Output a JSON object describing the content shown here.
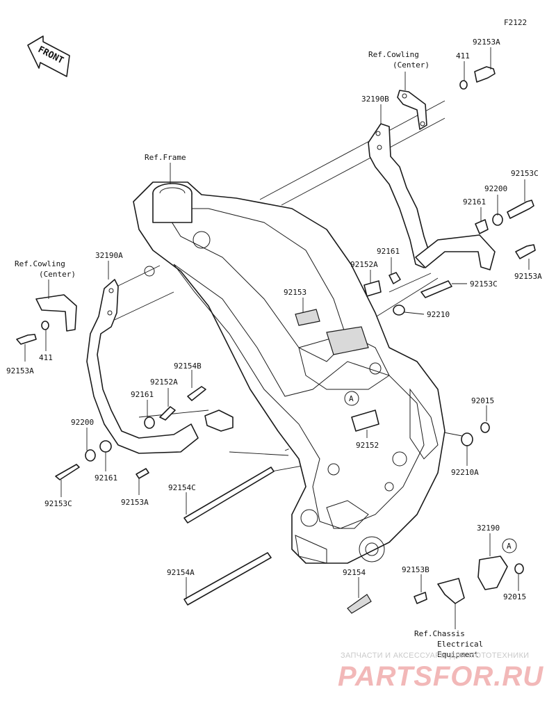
{
  "figure_code": "F2122",
  "front_label": "FRONT",
  "labels": {
    "l_92153A_top": "92153A",
    "l_411_top": "411",
    "l_ref_cowl_tr_1": "Ref.Cowling",
    "l_ref_cowl_tr_2": "(Center)",
    "l_32190B": "32190B",
    "l_ref_frame": "Ref.Frame",
    "l_92153C_r": "92153C",
    "l_92200_r": "92200",
    "l_92161_r1": "92161",
    "l_92161_r2": "92161",
    "l_92152A_r": "92152A",
    "l_92153A_r": "92153A",
    "l_92153C_r2": "92153C",
    "l_92210": "92210",
    "l_92153": "92153",
    "l_32190A": "32190A",
    "l_ref_cowl_l_1": "Ref.Cowling",
    "l_ref_cowl_l_2": "(Center)",
    "l_92153A_l": "92153A",
    "l_411_l": "411",
    "l_92154B": "92154B",
    "l_92152A_l": "92152A",
    "l_92161_l1": "92161",
    "l_92200_l": "92200",
    "l_92161_l2": "92161",
    "l_92153C_l": "92153C",
    "l_92153A_l2": "92153A",
    "l_92154C": "92154C",
    "l_92152": "92152",
    "l_92015_r": "92015",
    "l_92210A": "92210A",
    "l_32190": "32190",
    "l_92153B": "92153B",
    "l_92154": "92154",
    "l_92154A": "92154A",
    "l_92015_b": "92015",
    "l_ref_chassis_1": "Ref.Chassis",
    "l_ref_chassis_2": "Electrical",
    "l_ref_chassis_3": "Equipment",
    "callout_a1": "A",
    "callout_a2": "A"
  },
  "watermark": {
    "subtitle": "ЗАПЧАСТИ И АКСЕССУАРЫ ДЛЯ МОТОТЕХНИКИ",
    "brand": "PARTSFOR.RU"
  }
}
